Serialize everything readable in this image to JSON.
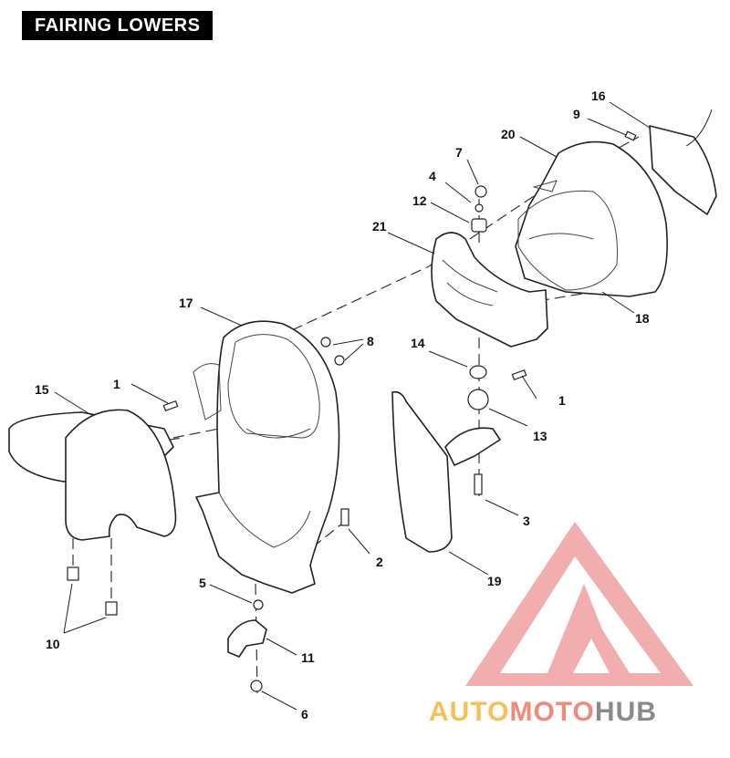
{
  "title": "FAIRING LOWERS",
  "callouts": {
    "c1a": "1",
    "c1b": "1",
    "c2": "2",
    "c3": "3",
    "c4": "4",
    "c5": "5",
    "c6": "6",
    "c7": "7",
    "c8": "8",
    "c9": "9",
    "c10": "10",
    "c11": "11",
    "c12": "12",
    "c13": "13",
    "c14": "14",
    "c15": "15",
    "c16": "16",
    "c17": "17",
    "c18": "18",
    "c19": "19",
    "c20": "20",
    "c21": "21"
  },
  "watermark": {
    "part1": "AUTO",
    "part2": "MOTO",
    "part3": "HUB",
    "color1": "#f5c05a",
    "color2": "#f08a7a",
    "color3": "#8a8a8a",
    "logo_color": "#f0a0a0"
  }
}
